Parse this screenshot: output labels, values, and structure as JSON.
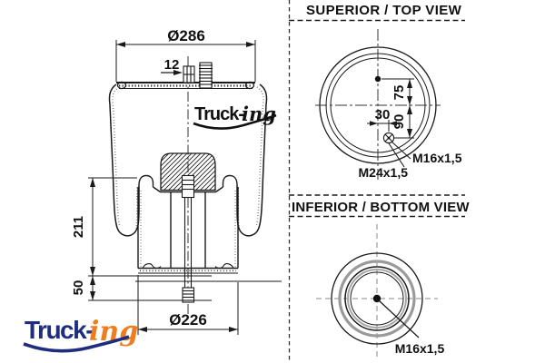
{
  "side_view": {
    "dims": {
      "top_diameter": "Ø286",
      "stud_offset": "12",
      "height": "211",
      "lower_height": "50",
      "bottom_diameter": "Ø226"
    },
    "logo_small": {
      "first": "Truck-",
      "second": "ing"
    },
    "logo_large": {
      "first": "Truck-",
      "second": "ing"
    }
  },
  "top_view": {
    "title": "SUPERIOR / TOP VIEW",
    "dims": {
      "d75": "75",
      "d90": "90",
      "d30": "30"
    },
    "labels": {
      "m16": "M16x1,5",
      "m24": "M24x1,5"
    }
  },
  "bottom_view": {
    "title": "INFERIOR / BOTTOM VIEW",
    "labels": {
      "m16": "M16x1,5"
    }
  },
  "colors": {
    "line": "#1a1a1a",
    "navy": "#1e2d7d",
    "orange": "#ee7d1d",
    "gray_ring": "#9a9a9a",
    "gray_center": "#888888"
  }
}
